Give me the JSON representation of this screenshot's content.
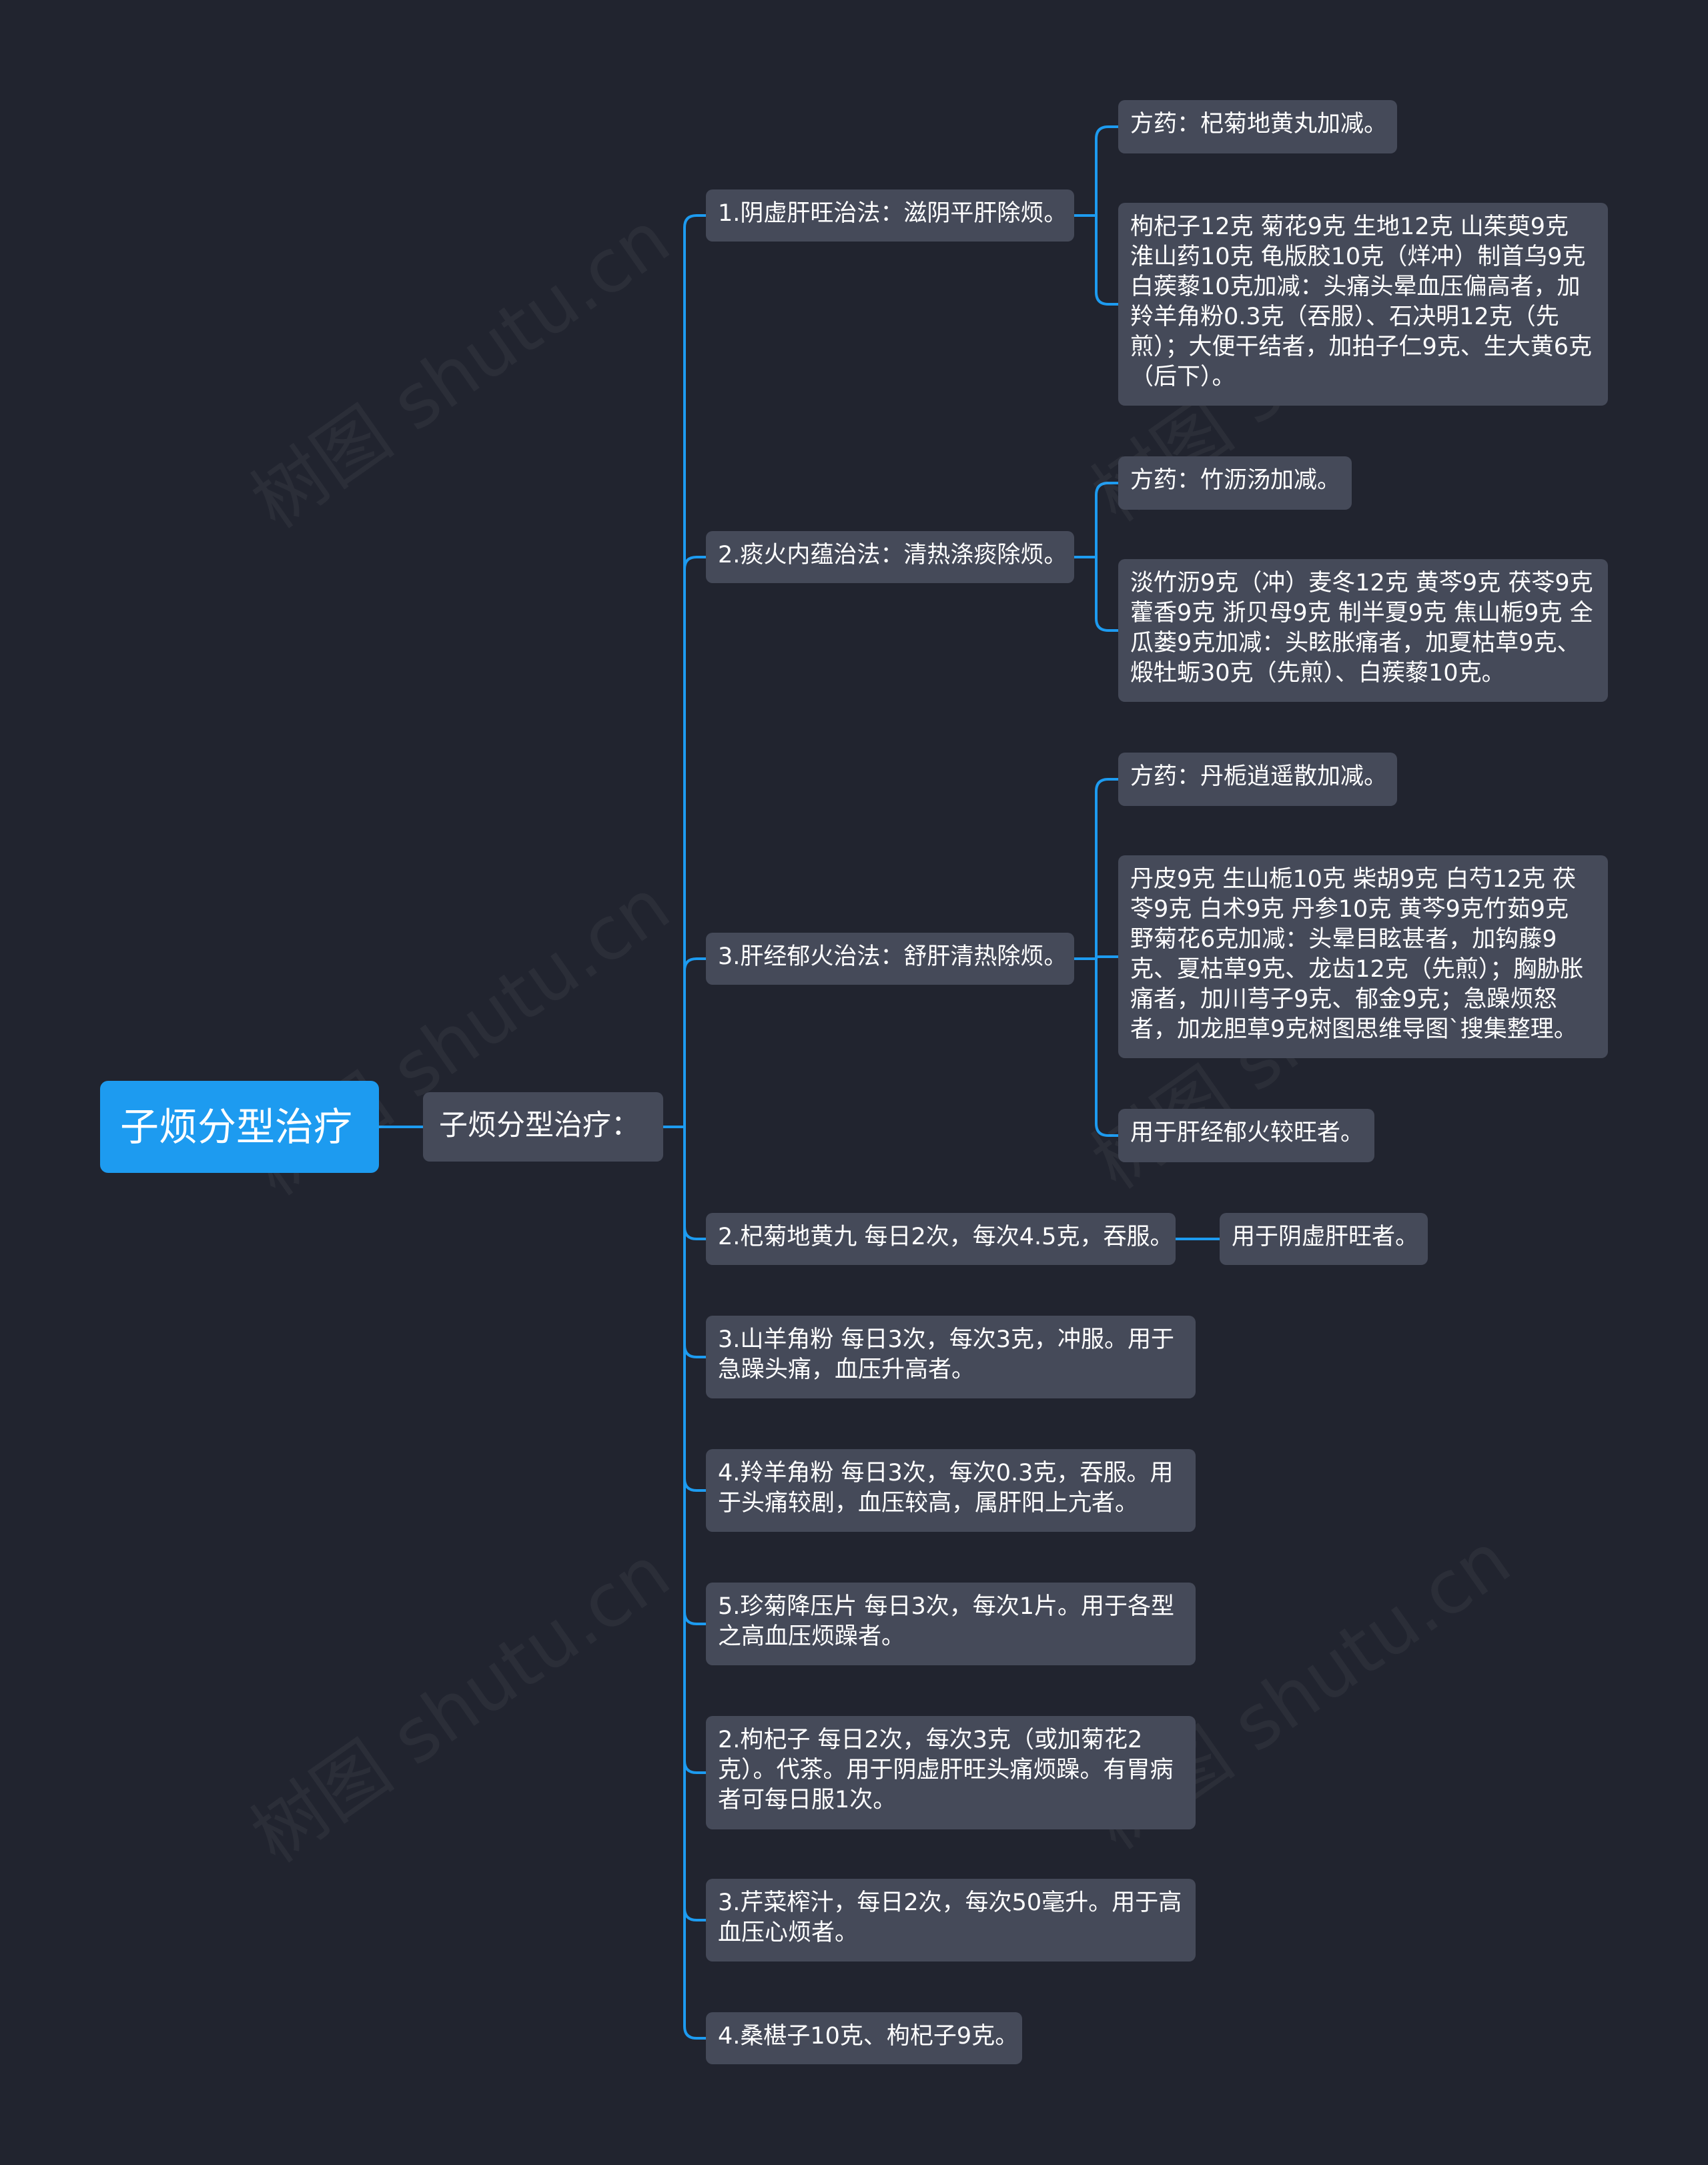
{
  "root": {
    "label": "子烦分型治疗"
  },
  "l1": {
    "label": "子烦分型治疗："
  },
  "nodes": [
    {
      "label": "1.阴虚肝旺治法：滋阴平肝除烦。",
      "children": [
        {
          "label": "方药：杞菊地黄丸加减。"
        },
        {
          "label": "枸杞子12克 菊花9克 生地12克 山茱萸9克 淮山药10克 龟版胶10克（烊冲）制首乌9克 白蒺藜10克加减：头痛头晕血压偏高者，加羚羊角粉0.3克（吞服）、石决明12克（先煎）；大便干结者，加拍子仁9克、生大黄6克（后下）。"
        }
      ]
    },
    {
      "label": "2.痰火内蕴治法：清热涤痰除烦。",
      "children": [
        {
          "label": "方药：竹沥汤加减。"
        },
        {
          "label": "淡竹沥9克（冲）麦冬12克 黄芩9克 茯苓9克 藿香9克 浙贝母9克 制半夏9克 焦山栀9克 全瓜蒌9克加减：头眩胀痛者，加夏枯草9克、煅牡蛎30克（先煎）、白蒺藜10克。"
        }
      ]
    },
    {
      "label": "3.肝经郁火治法：舒肝清热除烦。",
      "children": [
        {
          "label": "方药：丹栀逍遥散加减。"
        },
        {
          "label": "丹皮9克 生山栀10克 柴胡9克 白芍12克 茯苓9克 白术9克 丹参10克 黄芩9克竹茹9克 野菊花6克加减：头晕目眩甚者，加钩藤9克、夏枯草9克、龙齿12克（先煎）；胸胁胀痛者，加川芎子9克、郁金9克；急躁烦怒者，加龙胆草9克树图思维导图`搜集整理。"
        },
        {
          "label": "用于肝经郁火较旺者。"
        }
      ]
    },
    {
      "label": "2.杞菊地黄九 每日2次，每次4.5克，吞服。",
      "children": [
        {
          "label": "用于阴虚肝旺者。"
        }
      ]
    },
    {
      "label": "3.山羊角粉 每日3次，每次3克，冲服。用于急躁头痛，血压升高者。"
    },
    {
      "label": "4.羚羊角粉 每日3次，每次0.3克，吞服。用于头痛较剧，血压较高，属肝阳上亢者。"
    },
    {
      "label": "5.珍菊降压片 每日3次，每次1片。用于各型之高血压烦躁者。"
    },
    {
      "label": "2.枸杞子 每日2次，每次3克（或加菊花2克）。代茶。用于阴虚肝旺头痛烦躁。有胃病者可每日服1次。"
    },
    {
      "label": "3.芹菜榨汁，每日2次，每次50毫升。用于高血压心烦者。"
    },
    {
      "label": "4.桑椹子10克、枸杞子9克。"
    }
  ],
  "watermark": "树图 shutu.cn",
  "colors": {
    "background": "#21242f",
    "node": "#454a59",
    "root": "#1d9bf0",
    "link": "#1d9bf0",
    "text": "#ffffff"
  }
}
